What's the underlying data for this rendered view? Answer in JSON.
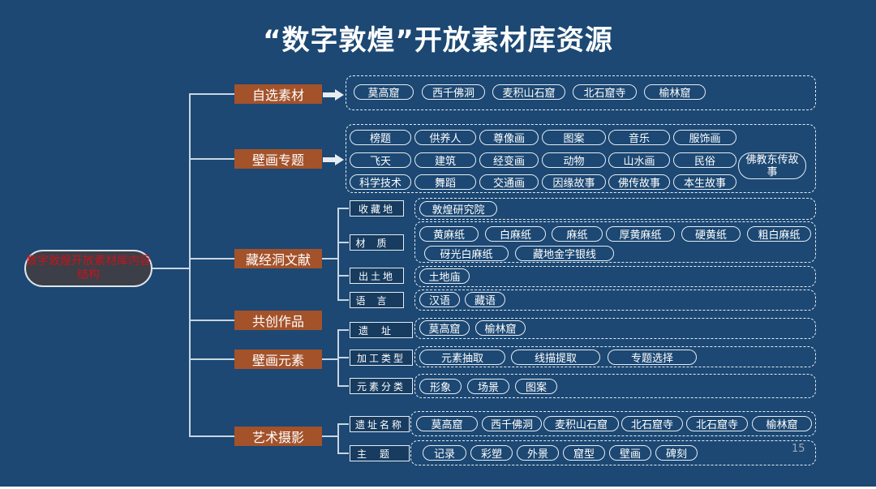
{
  "slide": {
    "title": "“数字敦煌”开放素材库资源",
    "root_label": "数字敦煌开放素材库内容结构",
    "page_number": "15",
    "colors": {
      "background": "#1c4873",
      "category": "#a4522a",
      "root_text": "#c8131b",
      "border": "#e7ecf2"
    }
  },
  "categories": [
    {
      "label": "自选素材",
      "items": [
        "莫高窟",
        "西千佛洞",
        "麦积山石窟",
        "北石窟寺",
        "榆林窟"
      ]
    },
    {
      "label": "壁画专题",
      "items": [
        "榜题",
        "供养人",
        "尊像画",
        "图案",
        "音乐",
        "服饰画",
        "飞天",
        "建筑",
        "经变画",
        "动物",
        "山水画",
        "民俗",
        "佛教东传故事",
        "科学技术",
        "舞蹈",
        "交通画",
        "因缘故事",
        "佛传故事",
        "本生故事"
      ]
    },
    {
      "label": "藏经洞文献",
      "subs": [
        {
          "label": "收藏地",
          "items": [
            "敦煌研究院"
          ]
        },
        {
          "label": "材质",
          "items": [
            "黄麻纸",
            "白麻纸",
            "麻纸",
            "厚黄麻纸",
            "硬黄纸",
            "粗白麻纸",
            "砑光白麻纸",
            "藏地金字银线"
          ]
        },
        {
          "label": "出土地",
          "items": [
            "土地庙"
          ]
        },
        {
          "label": "语言",
          "items": [
            "汉语",
            "藏语"
          ]
        }
      ]
    },
    {
      "label": "共创作品"
    },
    {
      "label": "壁画元素",
      "subs": [
        {
          "label": "遗址",
          "items": [
            "莫高窟",
            "榆林窟"
          ]
        },
        {
          "label": "加工类型",
          "items": [
            "元素抽取",
            "线描提取",
            "专题选择"
          ]
        },
        {
          "label": "元素分类",
          "items": [
            "形象",
            "场景",
            "图案"
          ]
        }
      ]
    },
    {
      "label": "艺术摄影",
      "subs": [
        {
          "label": "遗址名称",
          "items": [
            "莫高窟",
            "西千佛洞",
            "麦积山石窟",
            "北石窟寺",
            "北石窟寺",
            "榆林窟"
          ]
        },
        {
          "label": "主题",
          "items": [
            "记录",
            "彩塑",
            "外景",
            "窟型",
            "壁画",
            "碑刻"
          ]
        }
      ]
    }
  ]
}
